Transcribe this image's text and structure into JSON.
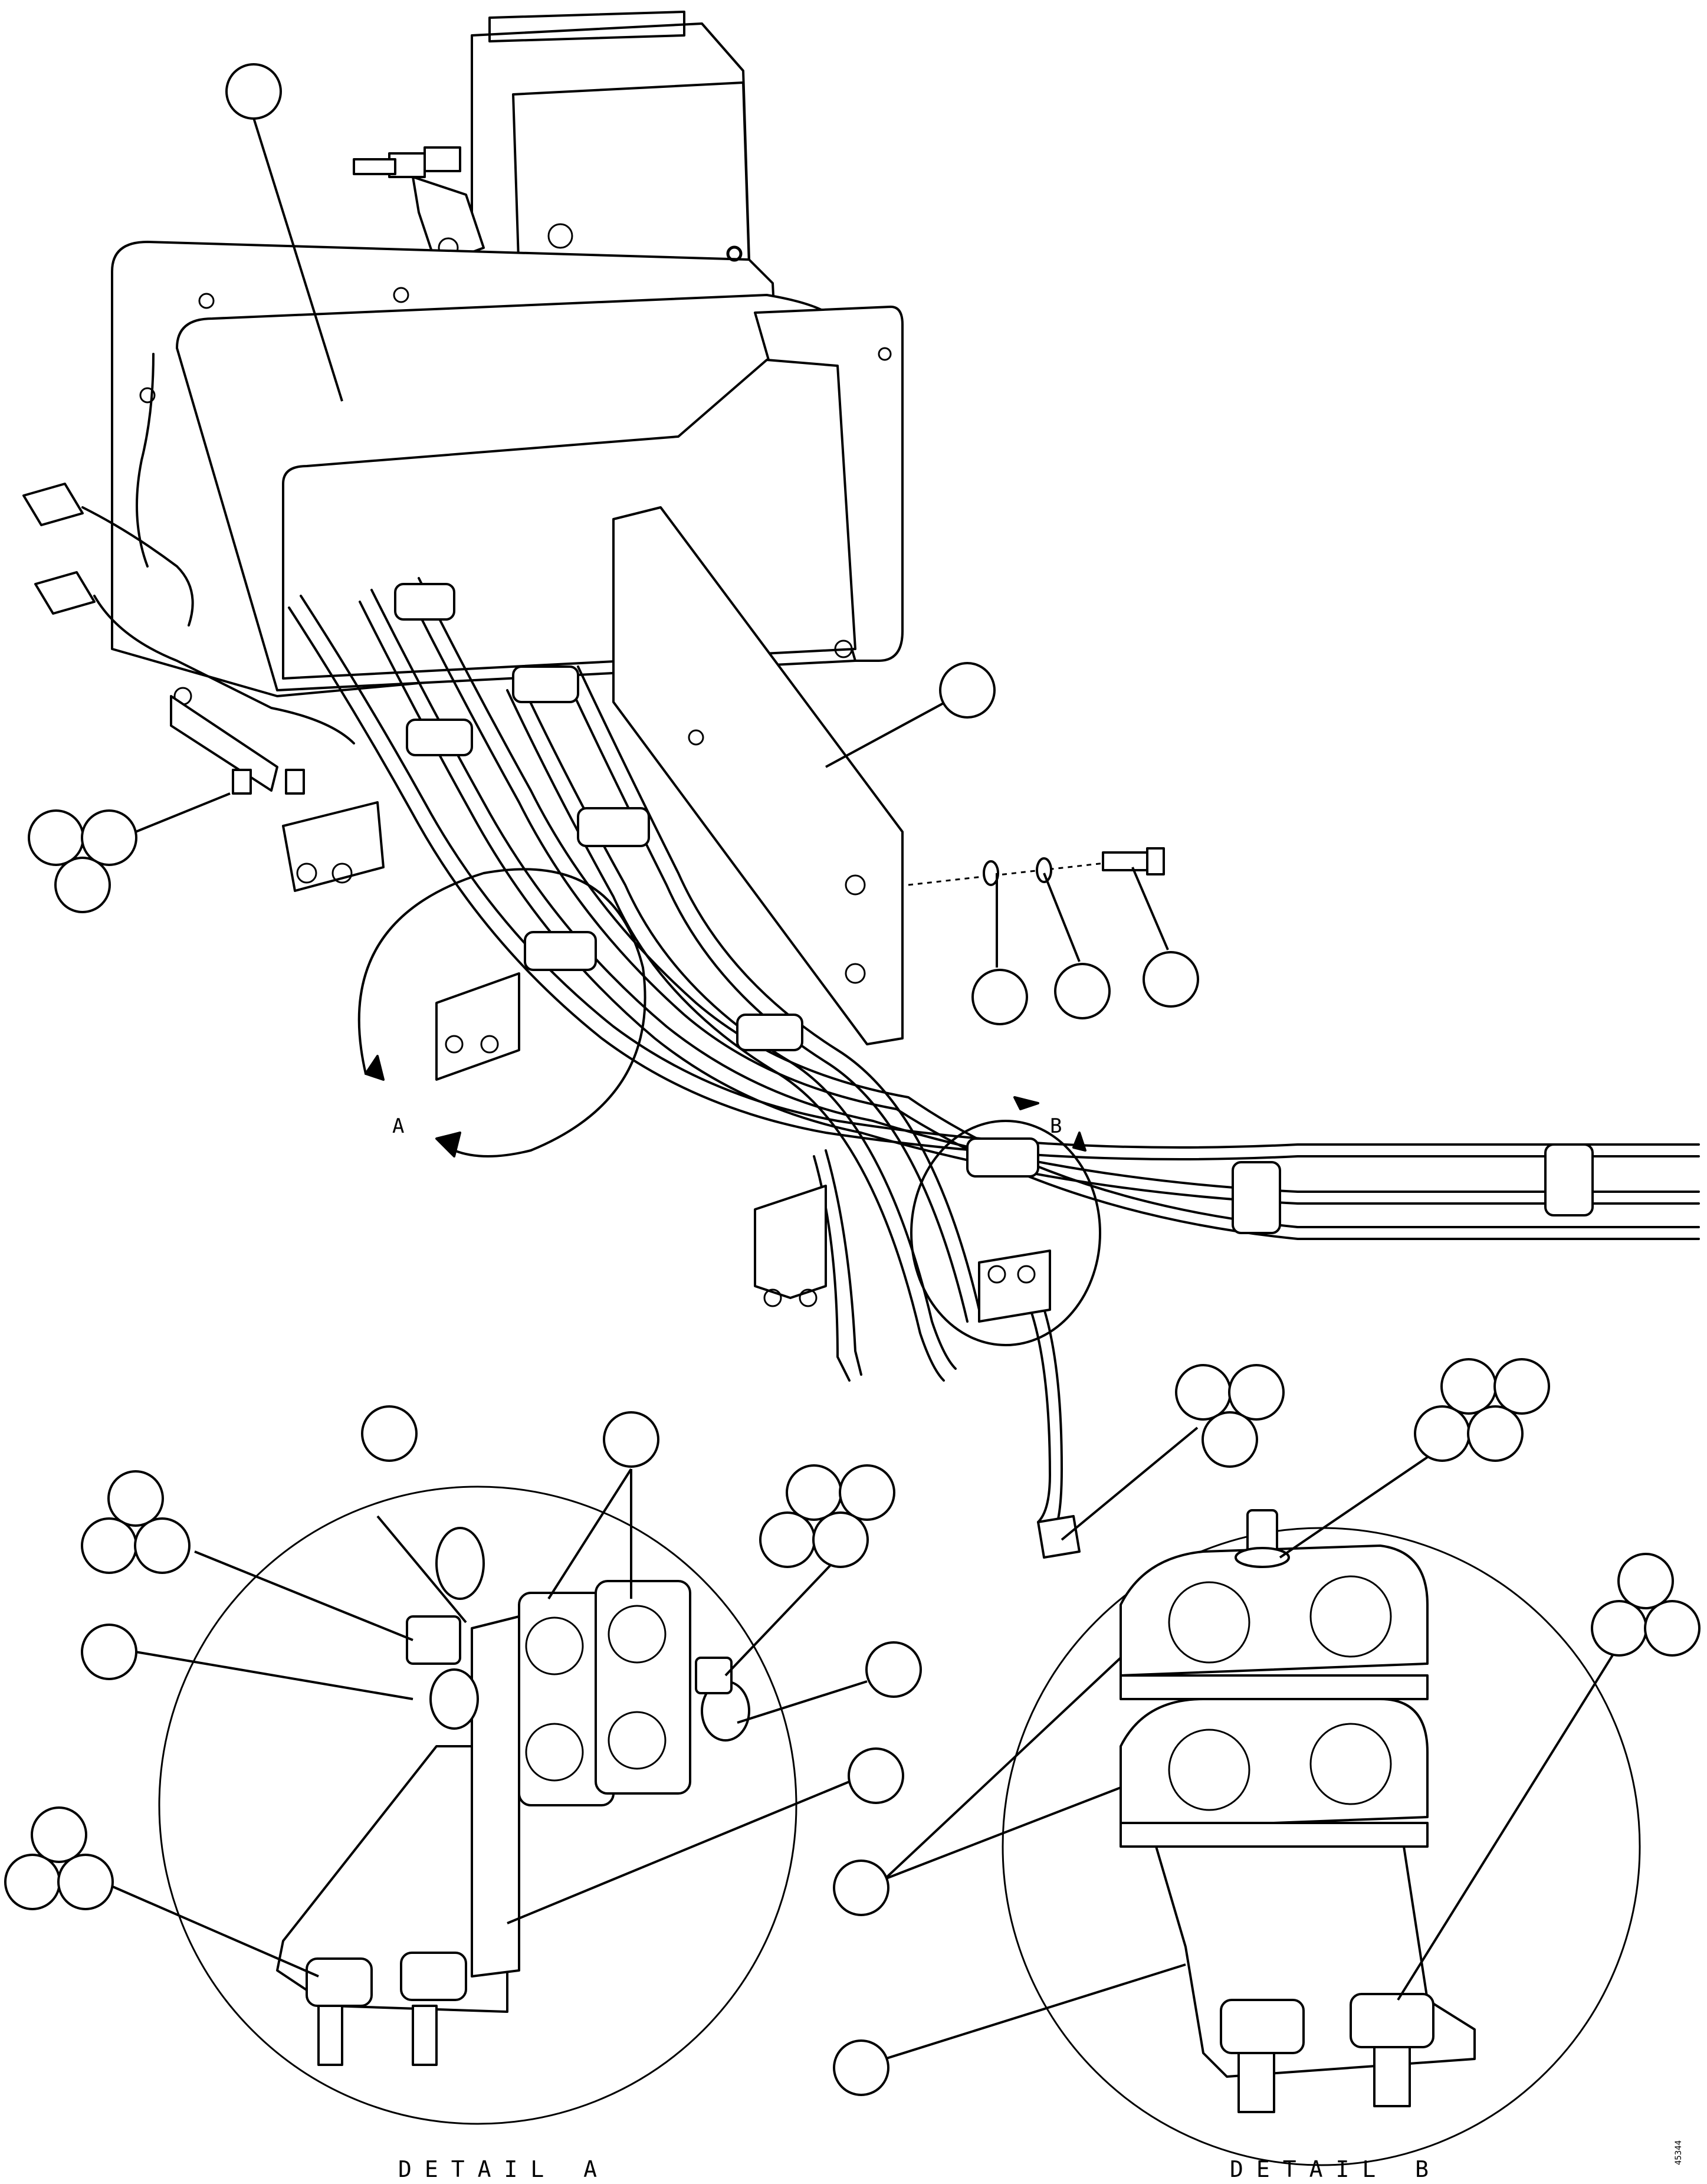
{
  "labels": {
    "detail_a_marker": "A",
    "detail_b_marker": "B",
    "detail_a_caption": "DETAIL A",
    "detail_b_caption": "DETAIL B",
    "drawing_number": "45344"
  },
  "callout_bubbles": {
    "content": "empty (no item numbers printed in callout bubbles)"
  }
}
